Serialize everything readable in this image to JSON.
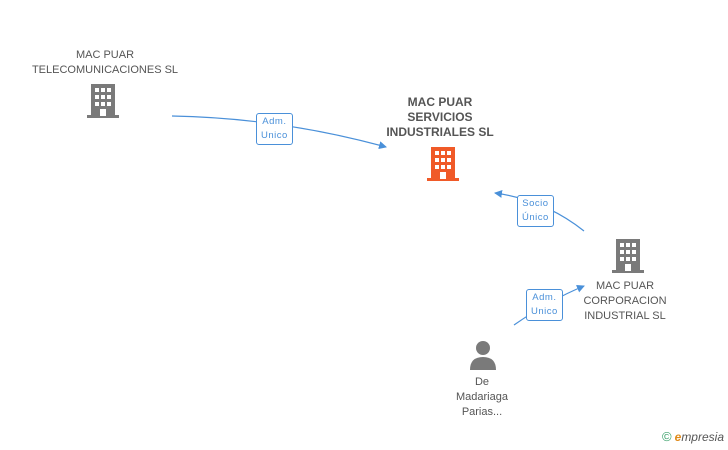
{
  "nodes": {
    "telecom": {
      "lines": [
        "MAC PUAR",
        "TELECOMUNICACIONES SL"
      ]
    },
    "main": {
      "lines": [
        "MAC PUAR",
        "SERVICIOS",
        "INDUSTRIALES SL"
      ]
    },
    "corporacion": {
      "lines": [
        "MAC PUAR",
        "CORPORACION",
        "INDUSTRIAL SL"
      ]
    },
    "person": {
      "lines": [
        "De",
        "Madariaga",
        "Parias..."
      ]
    }
  },
  "edges": {
    "telecom_to_main": {
      "lines": [
        "Adm.",
        "Unico"
      ]
    },
    "corporacion_to_main": {
      "lines": [
        "Socio",
        "Único"
      ]
    },
    "person_to_corporacion": {
      "lines": [
        "Adm.",
        "Unico"
      ]
    }
  },
  "colors": {
    "company_icon": "#7a7a7a",
    "main_icon": "#f05a28",
    "person_icon": "#7a7a7a",
    "edge": "#4a90d9"
  },
  "icons": {
    "company": "building-icon",
    "person": "person-icon"
  },
  "brand": {
    "copyright": "©",
    "first_letter": "e",
    "rest": "mpresia"
  }
}
